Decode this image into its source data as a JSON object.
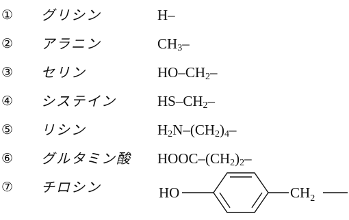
{
  "rows": [
    {
      "num": "①",
      "name": "グリシン",
      "formula": "H–"
    },
    {
      "num": "②",
      "name": "アラニン",
      "formula": "CH<sub>3</sub>–"
    },
    {
      "num": "③",
      "name": "セリン",
      "formula": "HO–CH<sub>2</sub>–"
    },
    {
      "num": "④",
      "name": "システイン",
      "formula": "HS–CH<sub>2</sub>–"
    },
    {
      "num": "⑤",
      "name": "リシン",
      "formula": "H<sub>2</sub>N–(CH<sub>2</sub>)<sub>4</sub>–"
    },
    {
      "num": "⑥",
      "name": "グルタミン酸",
      "formula": "HOOC–(CH<sub>2</sub>)<sub>2</sub>–"
    },
    {
      "num": "⑦",
      "name": "チロシン"
    }
  ],
  "tyrosine": {
    "left": "HO",
    "right_main": "CH",
    "right_sub": "2"
  }
}
